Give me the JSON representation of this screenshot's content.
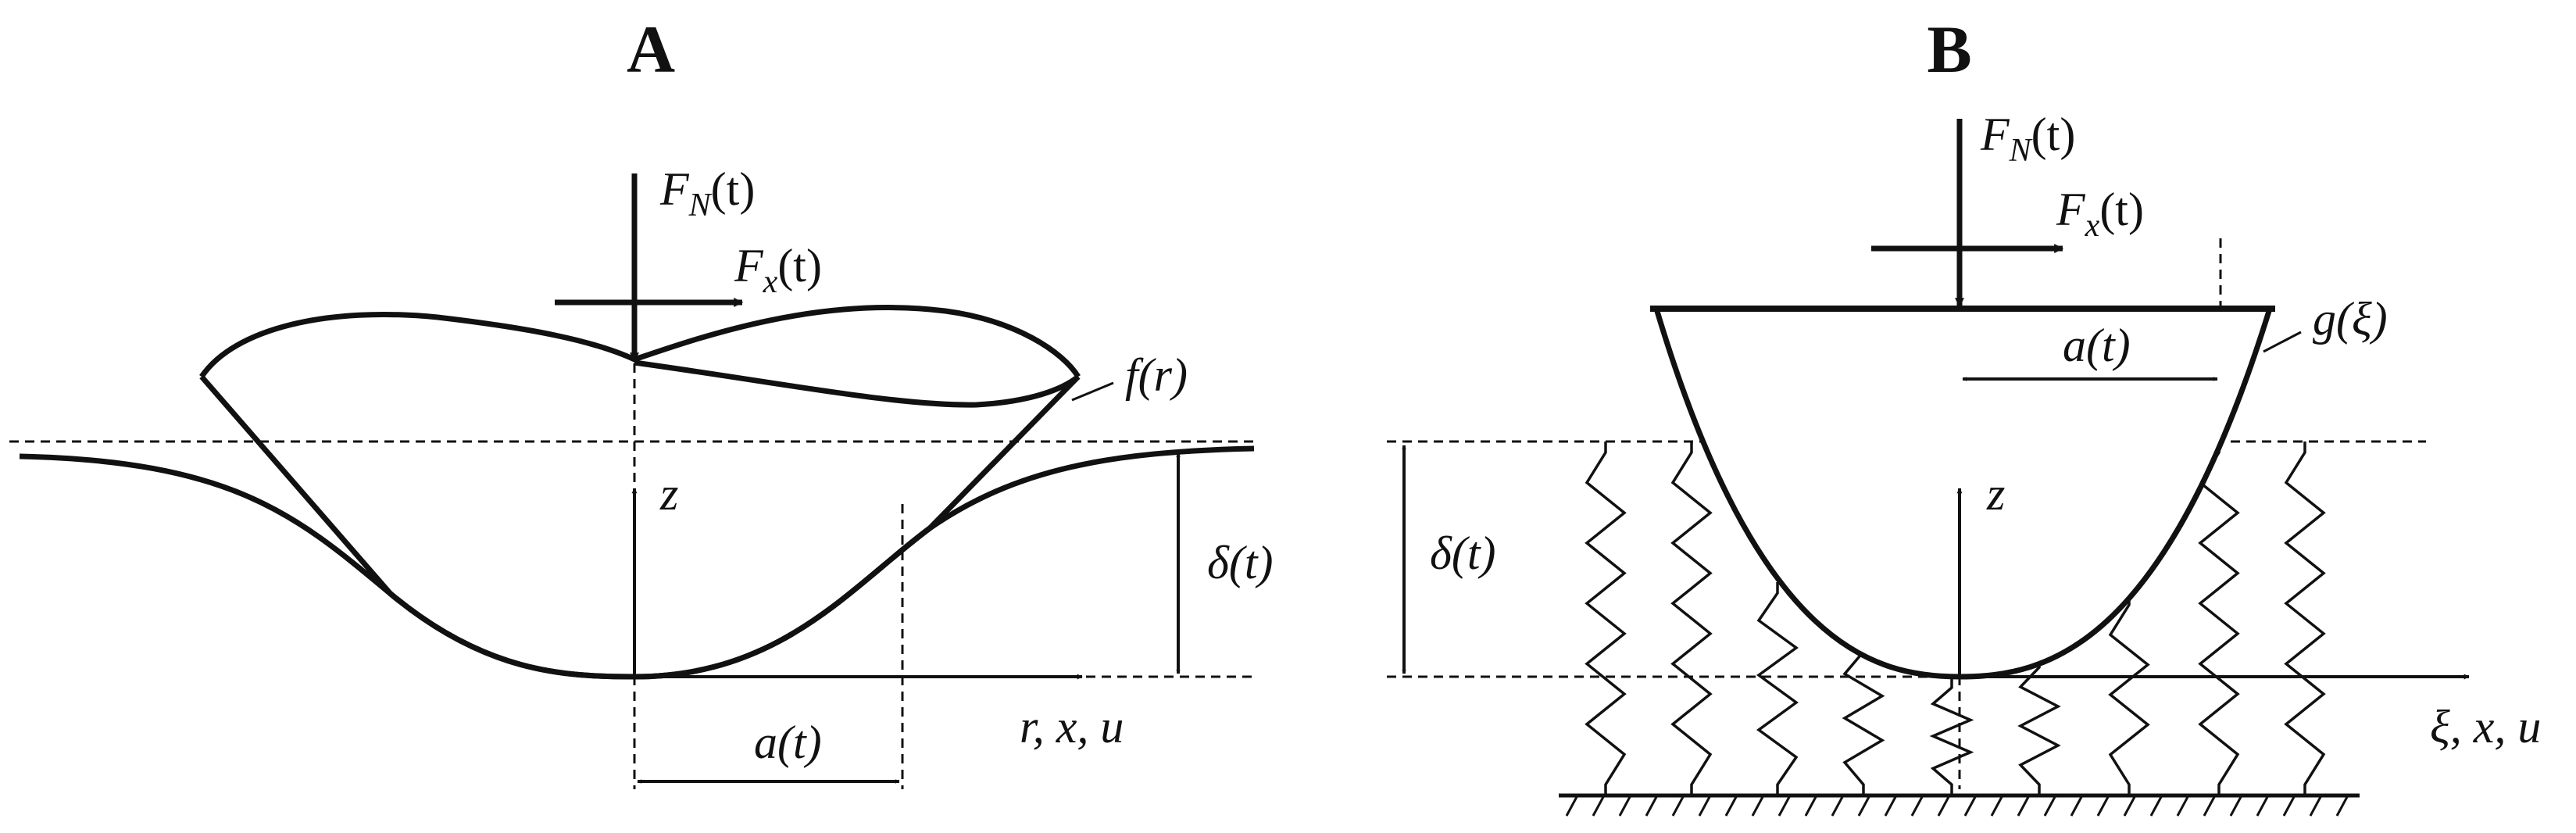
{
  "panels": {
    "a": {
      "title": "A",
      "labels": {
        "normal_force": "F_N(t)",
        "tangential_force": "F_x(t)",
        "profile": "f(r)",
        "vertical_axis": "z",
        "indentation_depth": "δ(t)",
        "contact_radius": "a(t)",
        "horizontal_axes": "r, x, u"
      }
    },
    "b": {
      "title": "B",
      "labels": {
        "normal_force": "F_N(t)",
        "tangential_force": "F_x(t)",
        "profile": "g(ξ)",
        "vertical_axis": "z",
        "indentation_depth": "δ(t)",
        "contact_radius": "a(t)",
        "horizontal_axes": "ξ, x, u"
      }
    }
  },
  "colors": {
    "ink": "#111111",
    "background": "#ffffff"
  }
}
